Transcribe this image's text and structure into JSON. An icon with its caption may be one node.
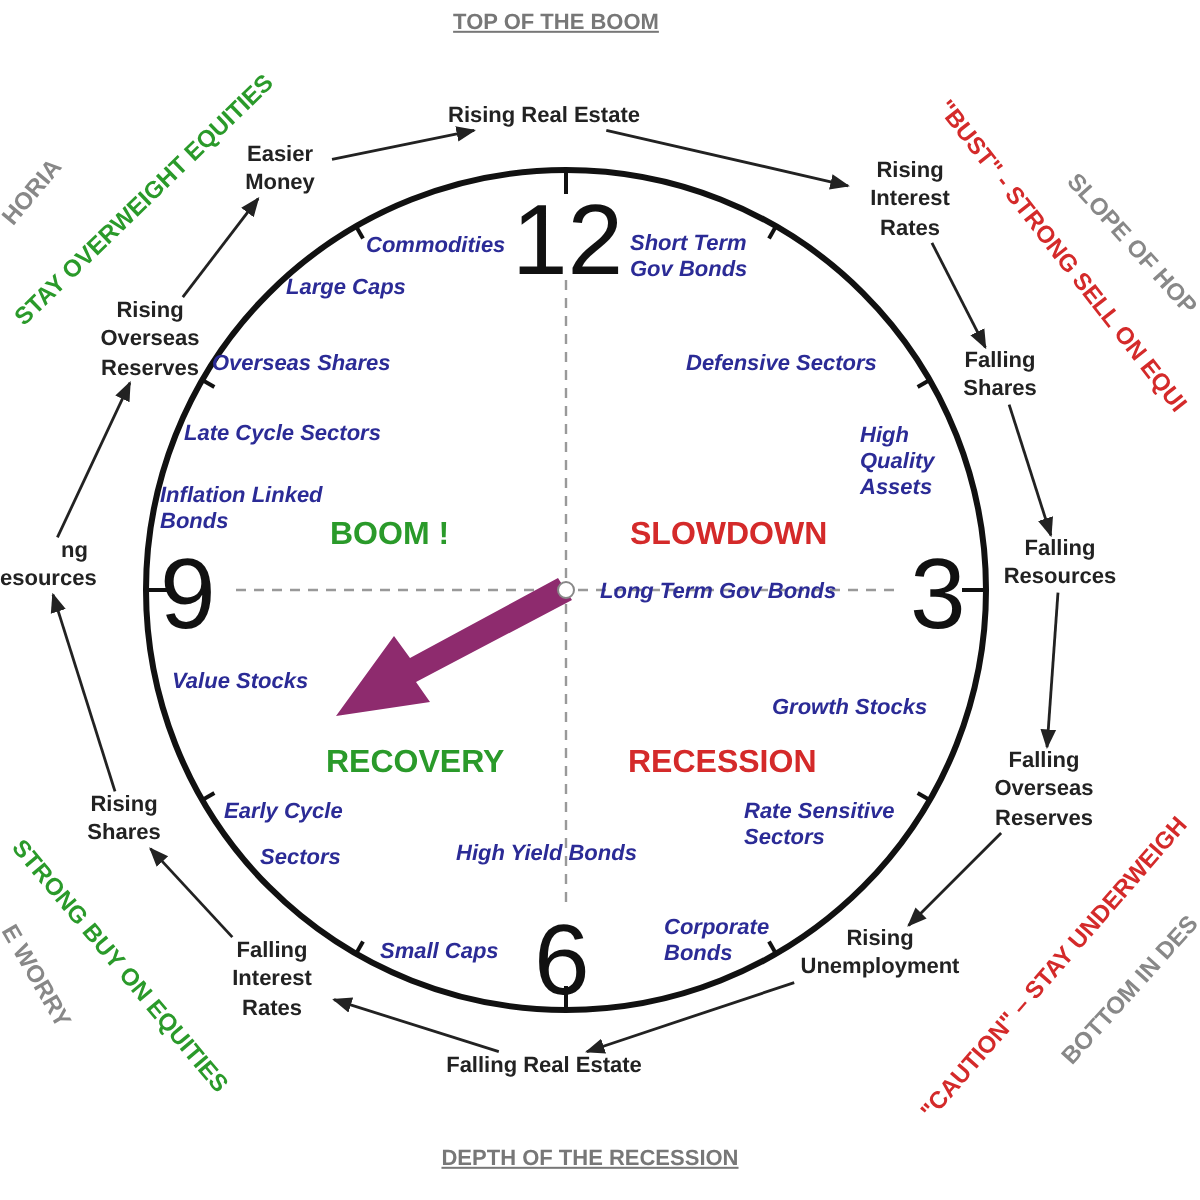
{
  "diagram": {
    "nodes": [
      {
        "text": [
          "Rising Real Estate"
        ]
      },
      {
        "text": [
          "Rising Interest Rates"
        ]
      },
      {
        "text": [
          "Falling Shares"
        ]
      },
      {
        "text": [
          "Falling Resources"
        ]
      },
      {
        "text": [
          "Falling Overseas Reserves"
        ]
      },
      {
        "text": [
          "Rising Unemployment"
        ]
      },
      {
        "text": [
          "Falling Real Estate"
        ]
      },
      {
        "text": [
          "Falling Interest Rates"
        ]
      },
      {
        "text": [
          "Rising Shares"
        ]
      },
      {
        "text": [
          "ng esources"
        ]
      },
      {
        "text": [
          "Rising Overseas Reserves"
        ]
      },
      {
        "text": [
          "Easier Money"
        ]
      }
    ],
    "edges": [
      {
        "from": 11,
        "to": 0,
        "arrow": "to"
      },
      {
        "from": 0,
        "to": 1,
        "arrow": "to"
      },
      {
        "from": 1,
        "to": 2,
        "arrow": "to"
      },
      {
        "from": 2,
        "to": 3,
        "arrow": "to"
      },
      {
        "from": 3,
        "to": 4,
        "arrow": "to"
      },
      {
        "from": 4,
        "to": 5,
        "arrow": "to"
      },
      {
        "from": 5,
        "to": 6,
        "arrow": "to"
      },
      {
        "from": 6,
        "to": 7,
        "arrow": "to"
      },
      {
        "from": 7,
        "to": 8,
        "arrow": "to"
      },
      {
        "from": 8,
        "to": 9,
        "arrow": "to"
      },
      {
        "from": 9,
        "to": 10,
        "arrow": "to"
      },
      {
        "from": 10,
        "to": 11,
        "arrow": "to"
      }
    ],
    "labels": [
      "TOP OF THE BOOM",
      "STAY OVERWEIGHT EQUITIES",
      "HORIA",
      "\"BUST\" - STRONG SELL ON EQUI",
      "SLOPE OF HOP",
      "12",
      "Commodities",
      "Short Term Gov Bonds",
      "Large Caps",
      "Overseas Shares",
      "Defensive Sectors",
      "Late Cycle Sectors",
      "High Quality Assets",
      "Inflation Linked Bonds",
      "BOOM !",
      "SLOWDOWN",
      "9",
      "Long Term Gov Bonds",
      "3",
      "Value Stocks",
      "Growth Stocks",
      "RECOVERY",
      "RECESSION",
      "Early Cycle",
      "Sectors",
      "Rate Sensitive Sectors",
      "High Yield Bonds",
      "STRONG BUY ON EQUITIES",
      "E WORRY",
      "Small Caps",
      "6",
      "Corporate Bonds",
      "\"CAUTION\" – STAY UNDERWEIGH",
      "BOTTOM IN DES",
      "DEPTH OF THE RECESSION"
    ]
  }
}
